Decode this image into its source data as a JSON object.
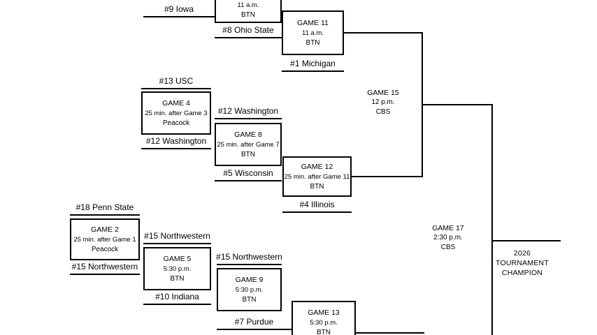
{
  "teams": {
    "iowa": "#9 Iowa",
    "ohio_state": "#8 Ohio State",
    "michigan": "#1 Michigan",
    "usc": "#13 USC",
    "washington_r1": "#12 Washington",
    "washington_r2": "#12 Washington",
    "wisconsin": "#5 Wisconsin",
    "illinois": "#4 Illinois",
    "penn_state": "#18 Penn State",
    "northwestern_r1": "#15 Northwestern",
    "northwestern_r2": "#15 Northwestern",
    "northwestern_r3": "#15 Northwestern",
    "indiana": "#10 Indiana",
    "purdue": "#7 Purdue"
  },
  "games": {
    "game7": {
      "time": "11 a.m.",
      "network": "BTN"
    },
    "game11": {
      "label": "GAME 11",
      "time": "11 a.m.",
      "network": "BTN"
    },
    "game4": {
      "label": "GAME 4",
      "time": "25 min. after Game 3",
      "network": "Peacock"
    },
    "game8": {
      "label": "GAME 8",
      "time": "25 min. after Game 7",
      "network": "BTN"
    },
    "game12": {
      "label": "GAME 12",
      "time": "25 min. after Game 11",
      "network": "BTN"
    },
    "game15": {
      "label": "GAME 15",
      "time": "12 p.m.",
      "network": "CBS"
    },
    "game2": {
      "label": "GAME 2",
      "time": "25 min. after Game 1",
      "network": "Peacock"
    },
    "game5": {
      "label": "GAME 5",
      "time": "5:30 p.m.",
      "network": "BTN"
    },
    "game9": {
      "label": "GAME 9",
      "time": "5:30 p.m.",
      "network": "BTN"
    },
    "game13": {
      "label": "GAME 13",
      "time": "5:30 p.m.",
      "network": "BTN"
    },
    "game17": {
      "label": "GAME 17",
      "time": "2:30 p.m.",
      "network": "CBS"
    }
  },
  "champion": {
    "lines": [
      "2026",
      "TOURNAMENT",
      "CHAMPION"
    ]
  },
  "colors": {
    "line": "#000000",
    "background": "#ffffff",
    "text": "#000000"
  }
}
